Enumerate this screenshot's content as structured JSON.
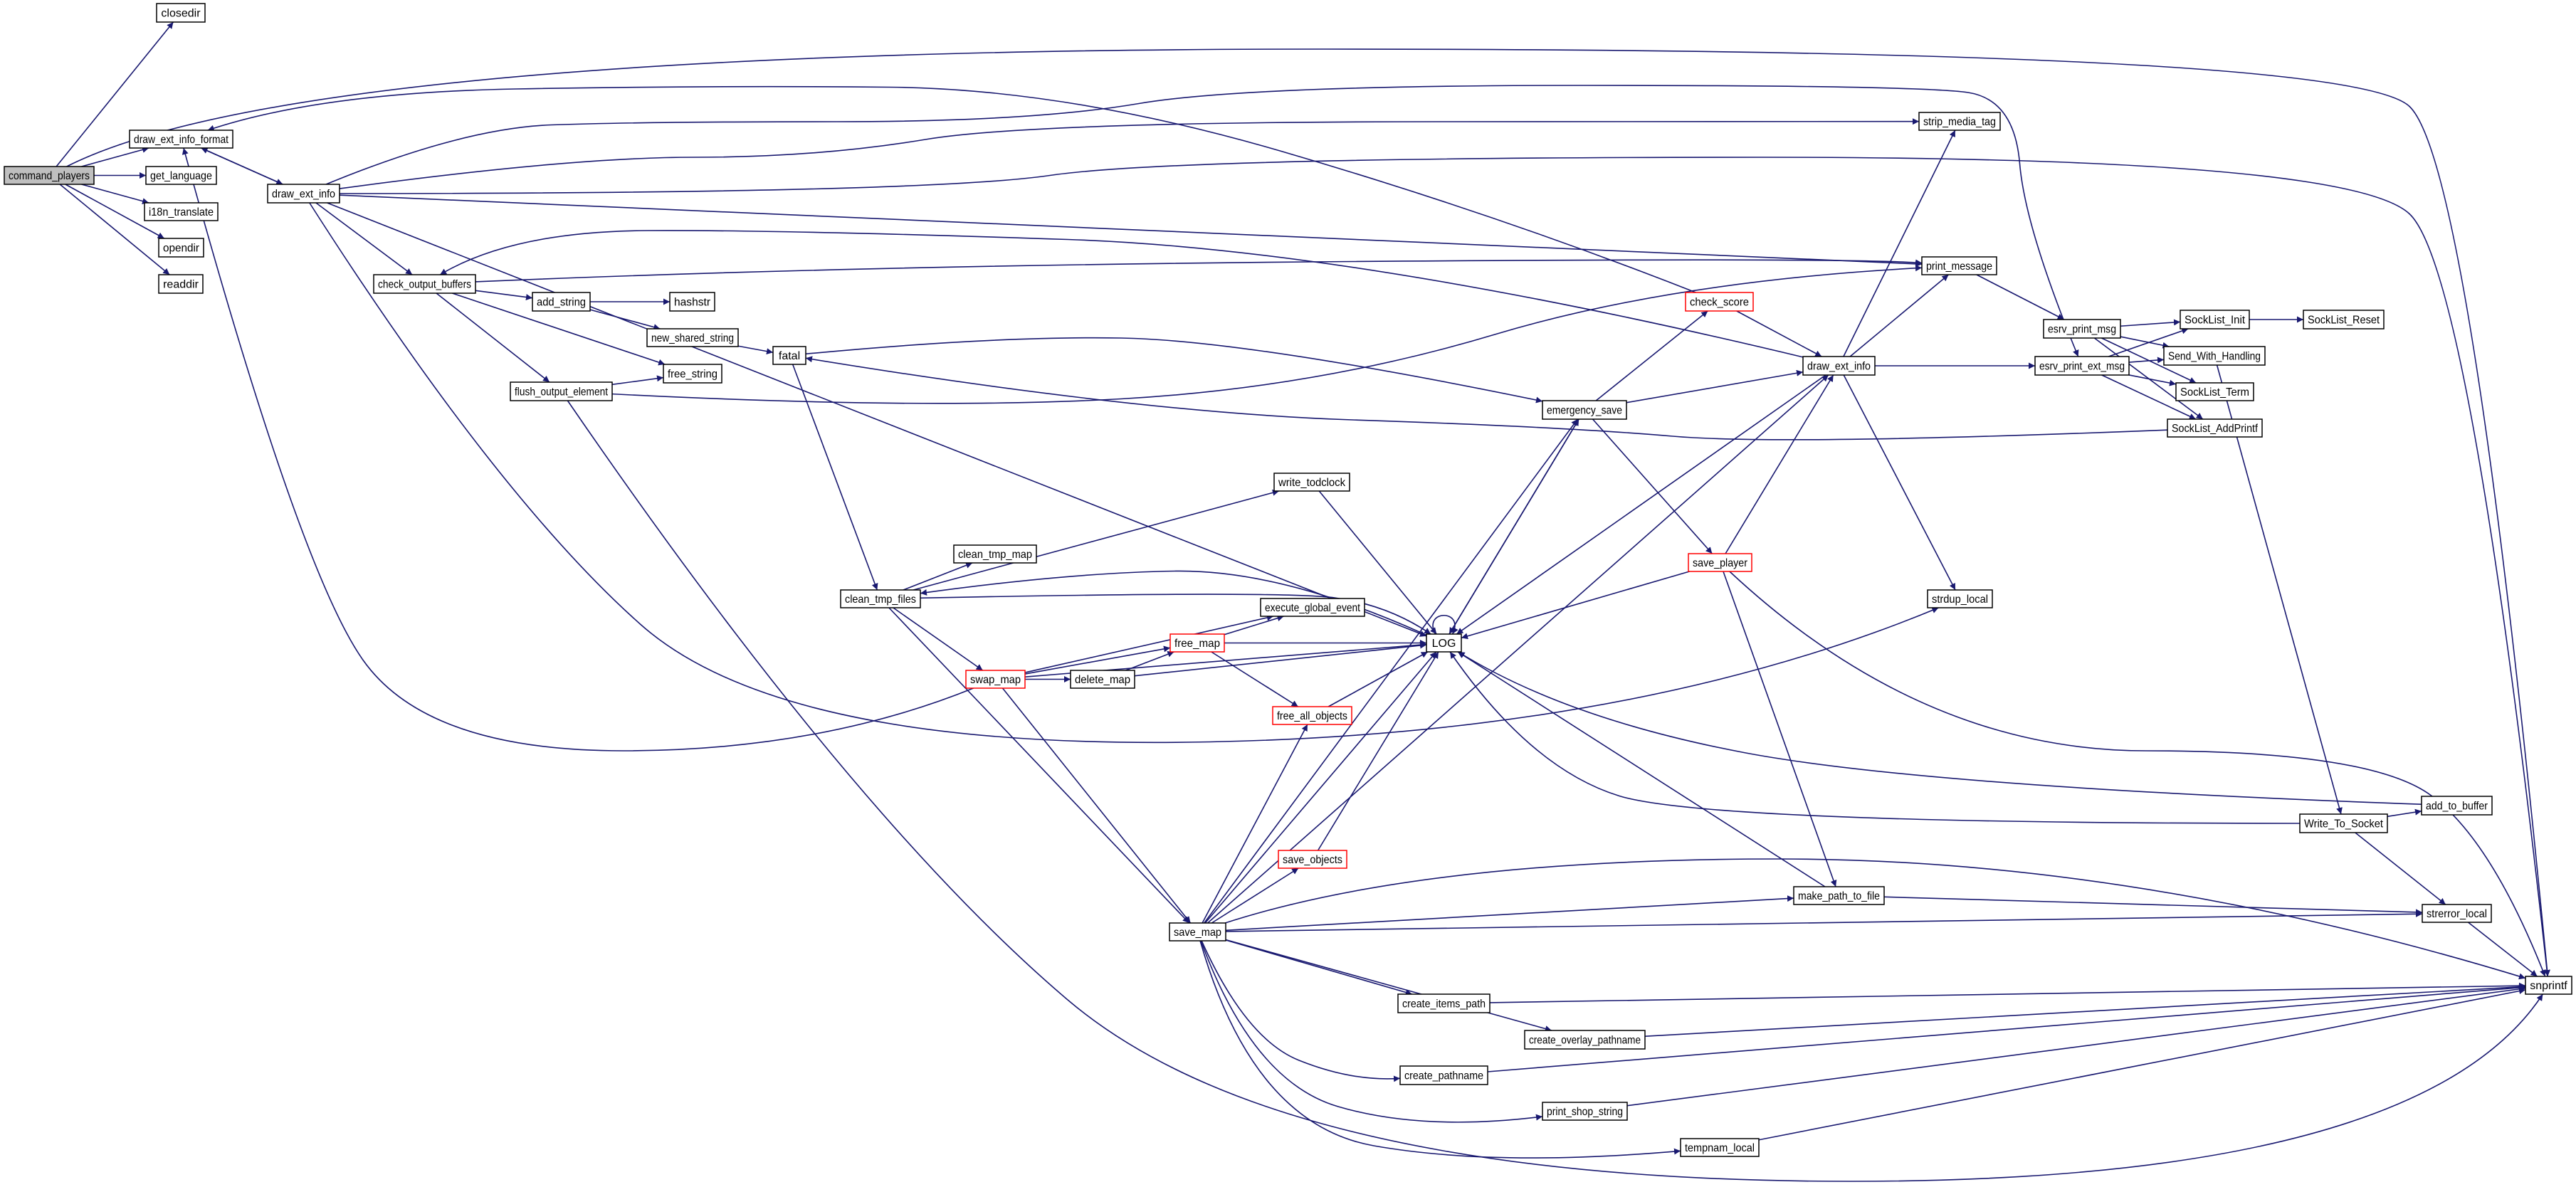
{
  "colors": {
    "edge": "#191970",
    "node_border": "#000000",
    "truncated_border": "#ff0000",
    "root_fill": "#bfbfbf",
    "node_fill": "#ffffff"
  },
  "nodes": [
    {
      "label": "command_players",
      "root": true
    },
    {
      "label": "closedir"
    },
    {
      "label": "draw_ext_info_format"
    },
    {
      "label": "get_language"
    },
    {
      "label": "i18n_translate"
    },
    {
      "label": "opendir"
    },
    {
      "label": "readdir"
    },
    {
      "label": "draw_ext_info"
    },
    {
      "label": "check_output_buffers"
    },
    {
      "label": "add_string"
    },
    {
      "label": "hashstr"
    },
    {
      "label": "new_shared_string"
    },
    {
      "label": "fatal"
    },
    {
      "label": "free_string"
    },
    {
      "label": "flush_output_element"
    },
    {
      "label": "write_todclock"
    },
    {
      "label": "clean_tmp_map"
    },
    {
      "label": "clean_tmp_files"
    },
    {
      "label": "execute_global_event"
    },
    {
      "label": "free_map",
      "truncated": true
    },
    {
      "label": "LOG"
    },
    {
      "label": "swap_map",
      "truncated": true
    },
    {
      "label": "delete_map"
    },
    {
      "label": "free_all_objects",
      "truncated": true
    },
    {
      "label": "save_objects",
      "truncated": true
    },
    {
      "label": "save_map"
    },
    {
      "label": "create_items_path"
    },
    {
      "label": "create_overlay_pathname"
    },
    {
      "label": "create_pathname"
    },
    {
      "label": "print_shop_string"
    },
    {
      "label": "tempnam_local"
    },
    {
      "label": "emergency_save"
    },
    {
      "label": "check_score",
      "truncated": true
    },
    {
      "label": "save_player",
      "truncated": true
    },
    {
      "label": "strip_media_tag"
    },
    {
      "label": "print_message"
    },
    {
      "label": "draw_ext_info"
    },
    {
      "label": "esrv_print_msg"
    },
    {
      "label": "esrv_print_ext_msg"
    },
    {
      "label": "SockList_Init"
    },
    {
      "label": "SockList_Reset"
    },
    {
      "label": "Send_With_Handling"
    },
    {
      "label": "SockList_Term"
    },
    {
      "label": "SockList_AddPrintf"
    },
    {
      "label": "strdup_local"
    },
    {
      "label": "add_to_buffer"
    },
    {
      "label": "Write_To_Socket"
    },
    {
      "label": "make_path_to_file"
    },
    {
      "label": "strerror_local"
    },
    {
      "label": "snprintf"
    }
  ],
  "edges": [
    [
      0,
      1
    ],
    [
      0,
      2
    ],
    [
      0,
      3
    ],
    [
      0,
      4
    ],
    [
      0,
      5
    ],
    [
      0,
      6
    ],
    [
      0,
      49
    ],
    [
      2,
      7
    ],
    [
      7,
      2
    ],
    [
      7,
      8
    ],
    [
      7,
      34
    ],
    [
      7,
      35
    ],
    [
      7,
      38
    ],
    [
      7,
      20
    ],
    [
      7,
      44
    ],
    [
      7,
      49
    ],
    [
      8,
      9
    ],
    [
      8,
      13
    ],
    [
      8,
      14
    ],
    [
      8,
      35
    ],
    [
      9,
      10
    ],
    [
      9,
      11
    ],
    [
      11,
      12
    ],
    [
      14,
      13
    ],
    [
      14,
      35
    ],
    [
      14,
      49
    ],
    [
      12,
      31
    ],
    [
      12,
      17
    ],
    [
      43,
      12
    ],
    [
      31,
      32
    ],
    [
      31,
      36
    ],
    [
      31,
      33
    ],
    [
      31,
      20
    ],
    [
      32,
      36
    ],
    [
      32,
      2
    ],
    [
      36,
      34
    ],
    [
      36,
      35
    ],
    [
      36,
      38
    ],
    [
      36,
      44
    ],
    [
      36,
      20
    ],
    [
      36,
      8
    ],
    [
      35,
      37
    ],
    [
      37,
      39
    ],
    [
      37,
      41
    ],
    [
      37,
      42
    ],
    [
      37,
      43
    ],
    [
      38,
      39
    ],
    [
      38,
      41
    ],
    [
      38,
      42
    ],
    [
      38,
      43
    ],
    [
      39,
      40
    ],
    [
      41,
      46
    ],
    [
      46,
      45
    ],
    [
      46,
      48
    ],
    [
      46,
      20
    ],
    [
      45,
      20
    ],
    [
      48,
      49
    ],
    [
      15,
      20
    ],
    [
      17,
      15
    ],
    [
      17,
      16
    ],
    [
      17,
      20
    ],
    [
      20,
      17
    ],
    [
      17,
      21
    ],
    [
      17,
      25
    ],
    [
      21,
      18
    ],
    [
      21,
      19
    ],
    [
      21,
      22
    ],
    [
      21,
      20
    ],
    [
      21,
      25
    ],
    [
      21,
      2
    ],
    [
      22,
      19
    ],
    [
      22,
      20
    ],
    [
      19,
      18
    ],
    [
      19,
      20
    ],
    [
      19,
      23
    ],
    [
      23,
      20
    ],
    [
      25,
      23
    ],
    [
      25,
      24
    ],
    [
      25,
      20
    ],
    [
      25,
      31
    ],
    [
      25,
      36
    ],
    [
      25,
      47
    ],
    [
      25,
      48
    ],
    [
      25,
      49
    ],
    [
      25,
      26
    ],
    [
      25,
      27
    ],
    [
      25,
      28
    ],
    [
      25,
      29
    ],
    [
      25,
      30
    ],
    [
      24,
      20
    ],
    [
      20,
      20
    ],
    [
      20,
      31
    ],
    [
      33,
      20
    ],
    [
      33,
      47
    ],
    [
      33,
      49
    ],
    [
      33,
      36
    ],
    [
      47,
      48
    ],
    [
      47,
      20
    ],
    [
      26,
      49
    ],
    [
      27,
      49
    ],
    [
      28,
      49
    ],
    [
      29,
      49
    ],
    [
      30,
      49
    ]
  ]
}
